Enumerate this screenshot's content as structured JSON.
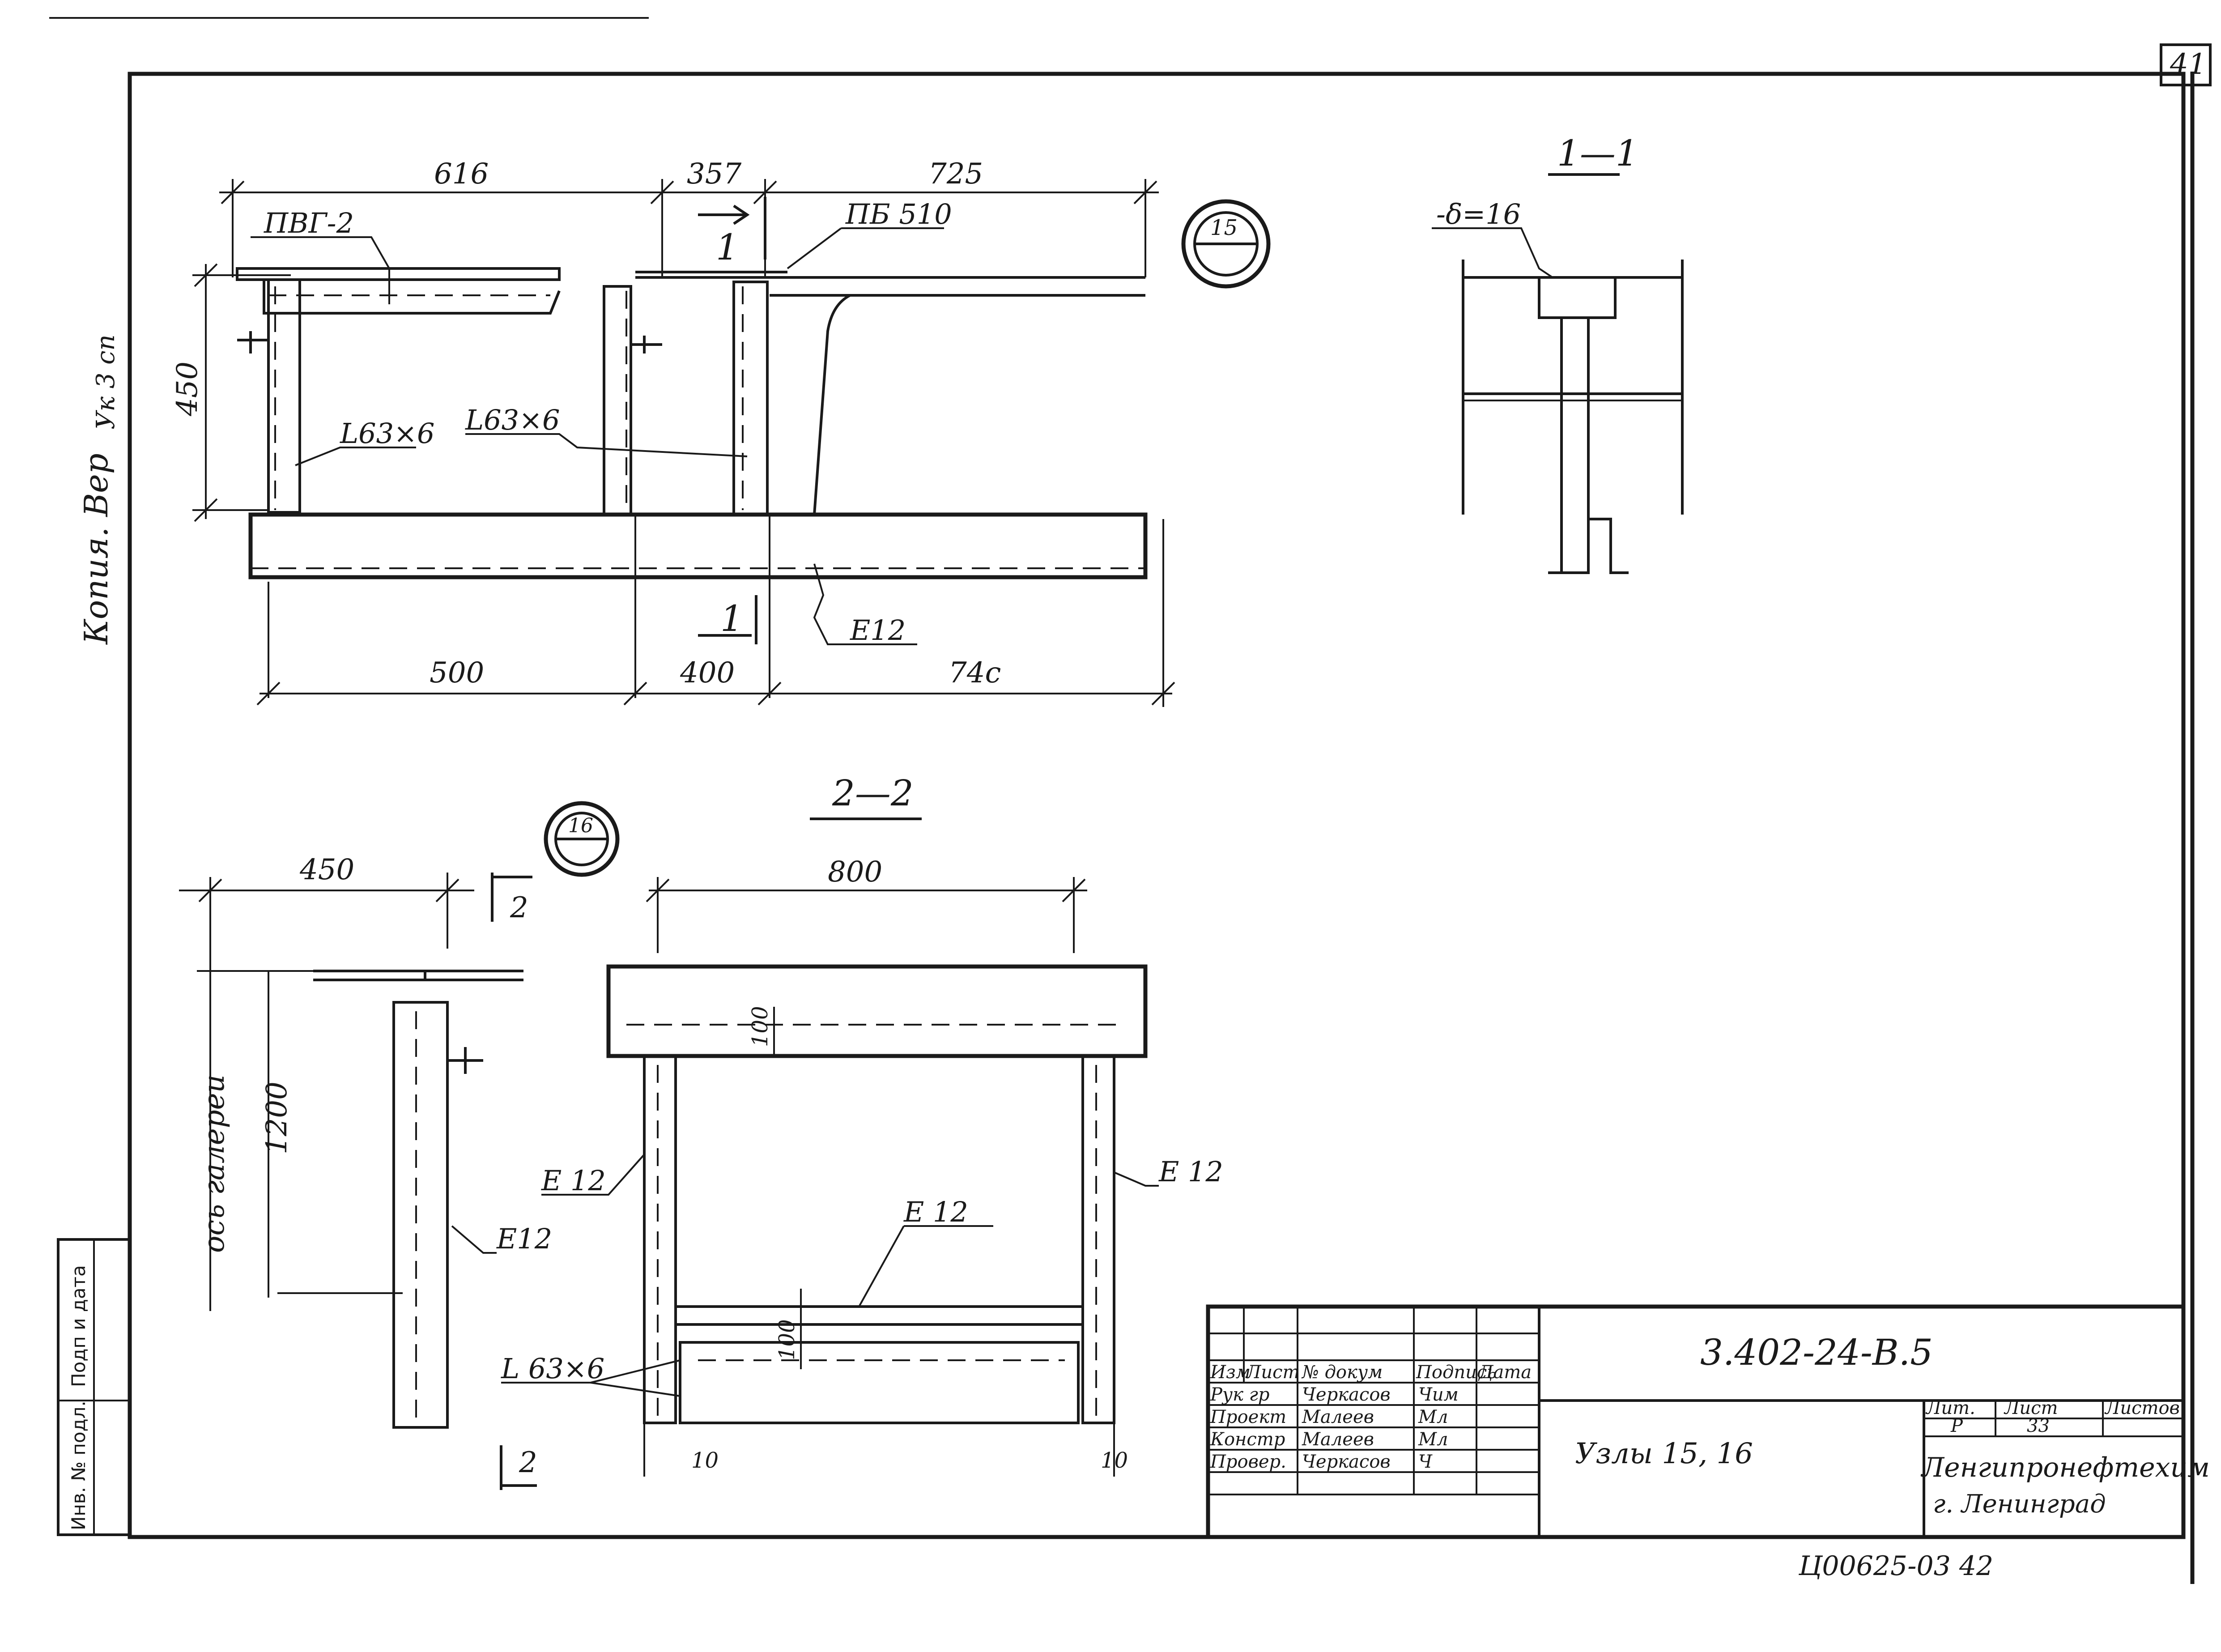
{
  "sheet_number": "41",
  "side_stamp": {
    "copy_label": "Копия. Вер",
    "initials": "Ук 3 сп",
    "column_labels": [
      "Инв. № подл.",
      "Подп и дата"
    ]
  },
  "node15": {
    "callout": "15",
    "dims_top": [
      "616",
      "357",
      "725"
    ],
    "dims_bottom": [
      "500",
      "400",
      "74с"
    ],
    "dim_height": "450",
    "labels": {
      "pvg": "ПВГ-2",
      "pb": "ПБ 510",
      "angle_left": "L63×6",
      "angle_mid": "L63×6",
      "channel": "Е12"
    },
    "cut_mark": "1"
  },
  "section11": {
    "title": "1—1",
    "plate": "-δ=16"
  },
  "node16": {
    "callout": "16",
    "dim_top": "450",
    "dim_height": "1200",
    "axis_label": "ось галереи",
    "channel": "Е12",
    "cut_mark": "2"
  },
  "section22": {
    "title": "2—2",
    "dim_width": "800",
    "dim_100_top": "100",
    "dim_100_bottom": "100",
    "channel_left": "Е 12",
    "channel_right": "Е 12",
    "channel_mid": "Е 12",
    "angle": "L 63×6",
    "dim_10_left": "10",
    "dim_10_right": "10"
  },
  "title_block": {
    "code": "3.402-24-В.5",
    "header": [
      "Изм",
      "Лист",
      "№ докум",
      "Подпись",
      "Дата"
    ],
    "rows": [
      {
        "role": "Рук гр",
        "name": "Черкасов",
        "sign": "Чим"
      },
      {
        "role": "Проект",
        "name": "Малеев",
        "sign": "Мл"
      },
      {
        "role": "Констр",
        "name": "Малеев",
        "sign": "Мл"
      },
      {
        "role": "Провер.",
        "name": "Черкасов",
        "sign": "Ч"
      }
    ],
    "title": "Узлы 15, 16",
    "stage_header": [
      "Лит.",
      "Лист",
      "Листов"
    ],
    "stage": "Р",
    "sheet": "33",
    "sheets_total": "",
    "org": "Ленгипронефтехим",
    "city": "г. Ленинград"
  },
  "archive_number": "Ц00625-03  42"
}
